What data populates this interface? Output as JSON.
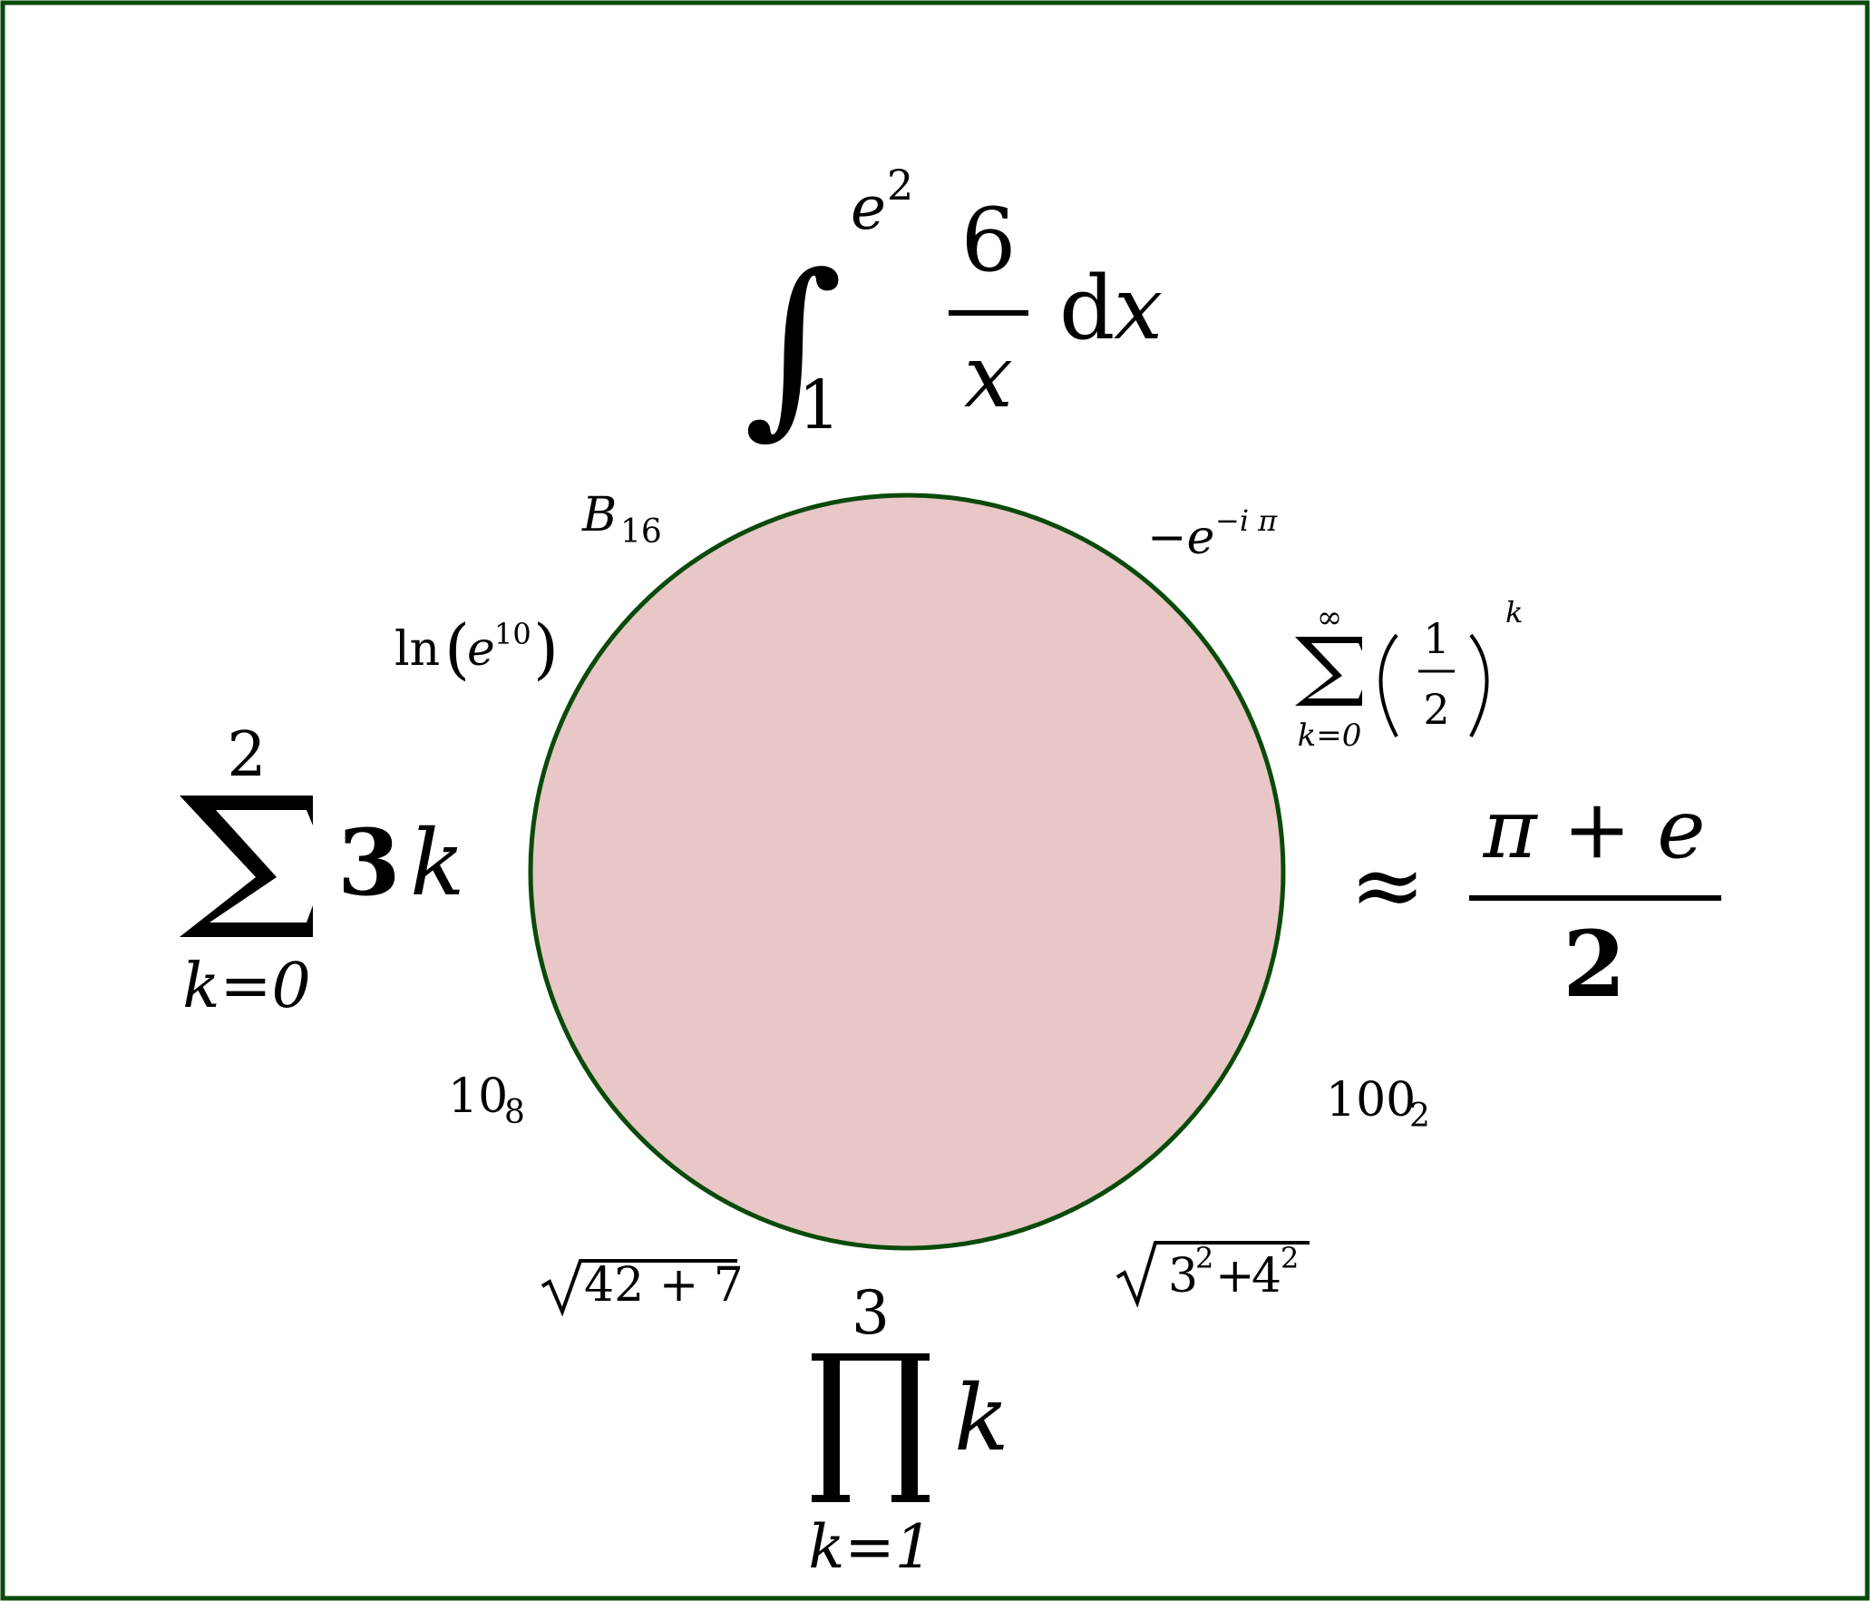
{
  "colors": {
    "frame": "#0a4a0a",
    "circle_fill": "#e9c7c7",
    "circle_stroke": "#0a4a0a",
    "text": "#000000"
  },
  "formulas": {
    "integral": {
      "upper_base": "e",
      "upper_exp": "2",
      "lower": "1",
      "numerator": "6",
      "denominator": "x",
      "d": "d",
      "var": "x"
    },
    "approx": {
      "symbol": "≈",
      "numerator": "π + e",
      "denominator": "2"
    },
    "sum_left": {
      "upper": "2",
      "lower": "k=0",
      "coef": "3",
      "var": "k"
    },
    "product": {
      "upper": "3",
      "lower": "k=1",
      "var": "k"
    },
    "b16": {
      "base": "B",
      "sub": "16"
    },
    "neg_e": {
      "prefix": "−e",
      "sup": "−i π"
    },
    "ln": {
      "fn": "ln",
      "open": "(",
      "base": "e",
      "exp": "10",
      "close": ")"
    },
    "series": {
      "upper": "∞",
      "lower": "k=0",
      "num": "1",
      "den": "2",
      "exp": "k"
    },
    "oct": {
      "base": "10",
      "sub": "8"
    },
    "bin": {
      "base": "100",
      "sub": "2"
    },
    "sqrt_left": {
      "radicand": "42 + 7"
    },
    "sqrt_right": {
      "a": "3",
      "a_exp": "2",
      "plus": "+",
      "b": "4",
      "b_exp": "2"
    }
  }
}
